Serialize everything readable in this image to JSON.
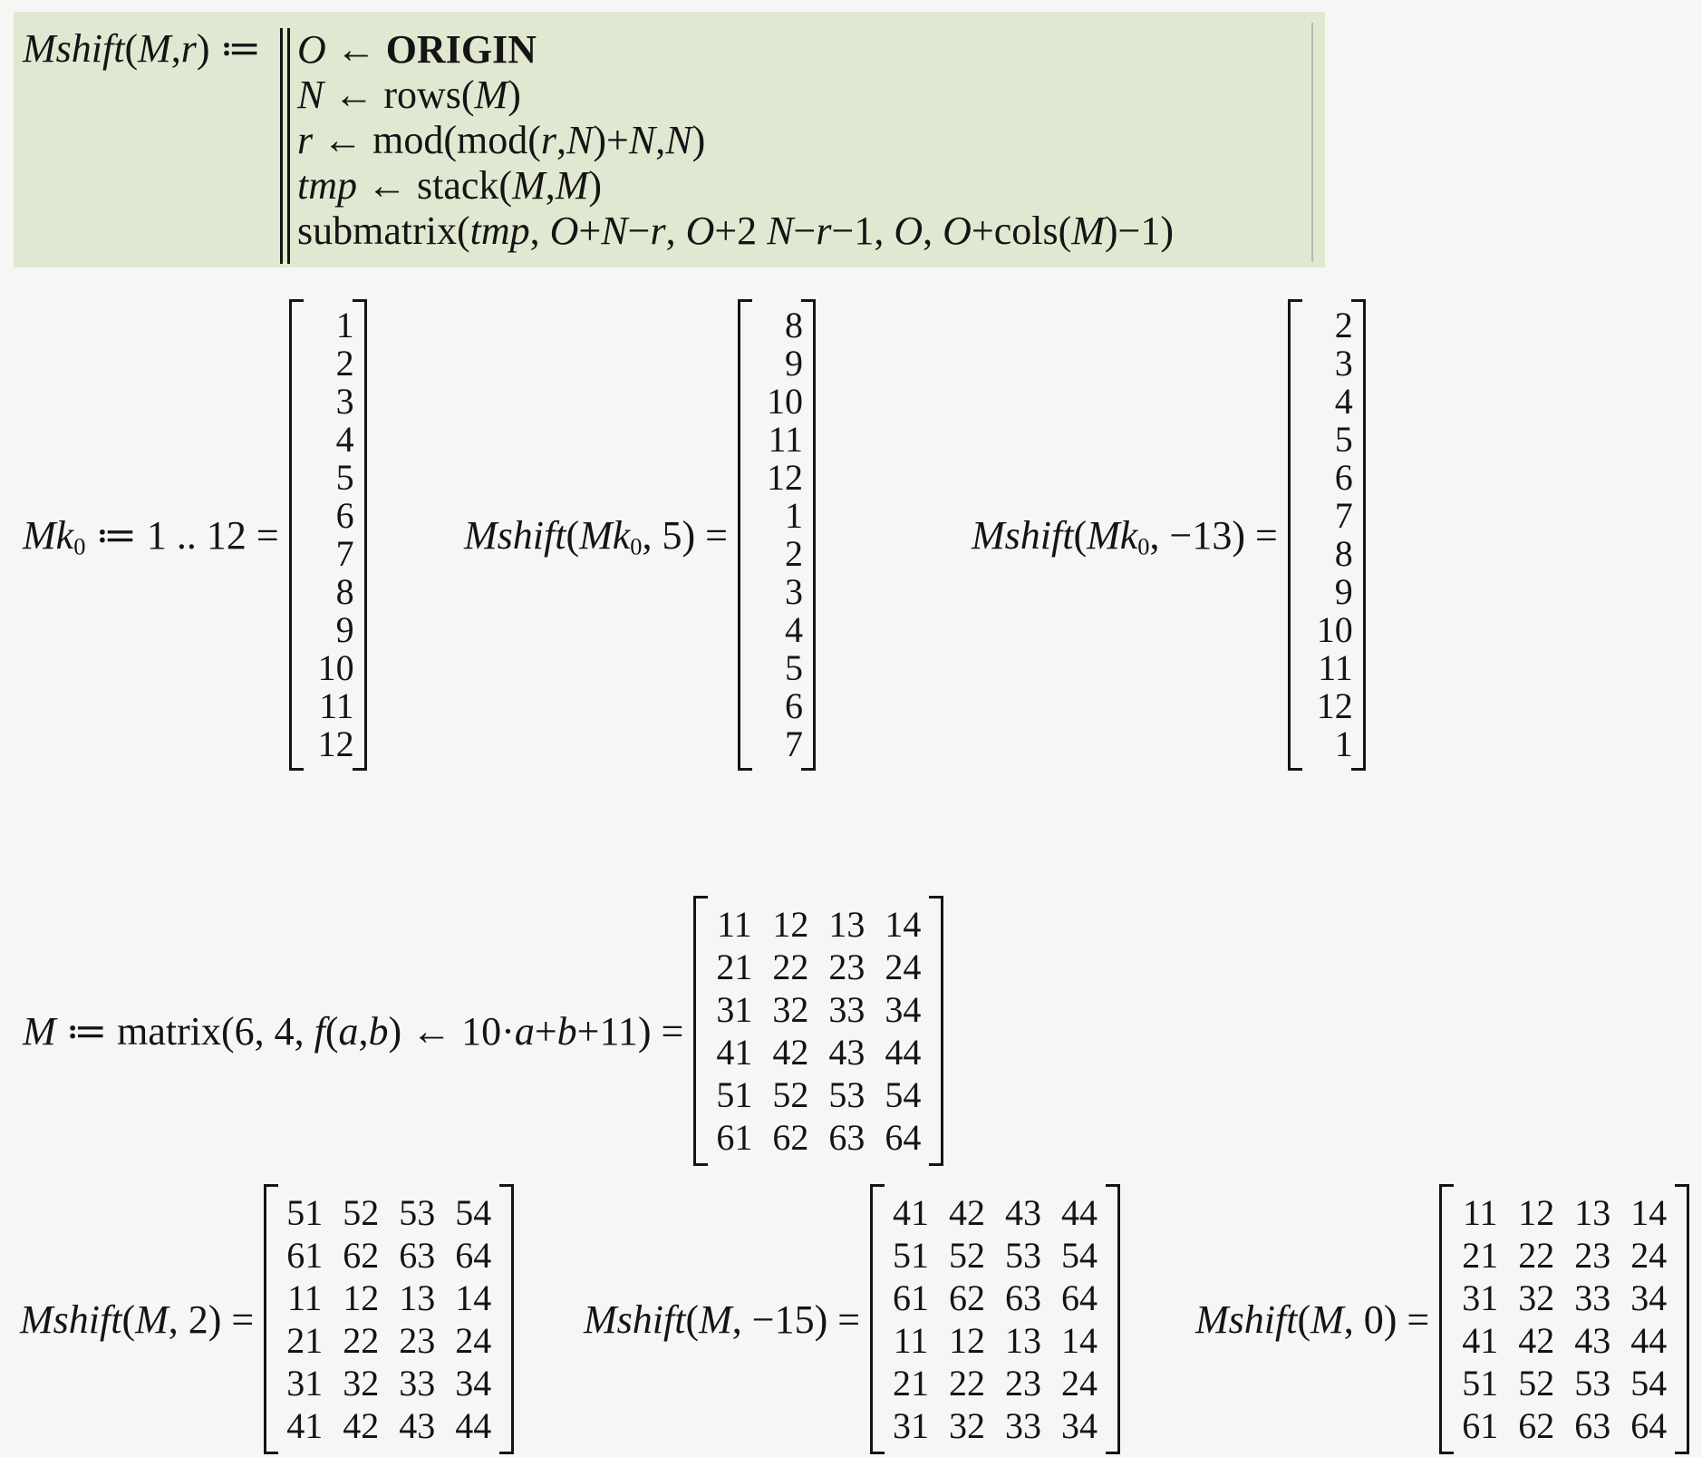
{
  "colors": {
    "page_bg": "#f6f7f4",
    "block_bg": "#e1e8d1",
    "text": "#141414",
    "guide_line": "#b5bbaa"
  },
  "program": {
    "definition": [
      {
        "t": "Mshift",
        "s": "v"
      },
      {
        "t": "("
      },
      {
        "t": "M",
        "s": "v"
      },
      {
        "t": ","
      },
      {
        "t": "r",
        "s": "v"
      },
      {
        "t": ")"
      },
      {
        "t": " ≔ "
      }
    ],
    "lines": [
      [
        {
          "t": "O",
          "s": "v"
        },
        {
          "t": " ← "
        },
        {
          "t": "ORIGIN",
          "s": "b"
        }
      ],
      [
        {
          "t": "N",
          "s": "v"
        },
        {
          "t": " ← rows("
        },
        {
          "t": "M",
          "s": "v"
        },
        {
          "t": ")"
        }
      ],
      [
        {
          "t": "r",
          "s": "v"
        },
        {
          "t": " ← mod(mod("
        },
        {
          "t": "r",
          "s": "v"
        },
        {
          "t": ","
        },
        {
          "t": "N",
          "s": "v"
        },
        {
          "t": ")+"
        },
        {
          "t": "N",
          "s": "v"
        },
        {
          "t": ","
        },
        {
          "t": "N",
          "s": "v"
        },
        {
          "t": ")"
        }
      ],
      [
        {
          "t": "tmp",
          "s": "v"
        },
        {
          "t": " ← stack("
        },
        {
          "t": "M",
          "s": "v"
        },
        {
          "t": ","
        },
        {
          "t": "M",
          "s": "v"
        },
        {
          "t": ")"
        }
      ],
      [
        {
          "t": "submatrix("
        },
        {
          "t": "tmp",
          "s": "v"
        },
        {
          "t": ", "
        },
        {
          "t": "O",
          "s": "v"
        },
        {
          "t": "+"
        },
        {
          "t": "N",
          "s": "v"
        },
        {
          "t": "−"
        },
        {
          "t": "r",
          "s": "v"
        },
        {
          "t": ", "
        },
        {
          "t": "O",
          "s": "v"
        },
        {
          "t": "+2 "
        },
        {
          "t": "N",
          "s": "v"
        },
        {
          "t": "−"
        },
        {
          "t": "r",
          "s": "v"
        },
        {
          "t": "−1, "
        },
        {
          "t": "O",
          "s": "v"
        },
        {
          "t": ", "
        },
        {
          "t": "O",
          "s": "v"
        },
        {
          "t": "+cols("
        },
        {
          "t": "M",
          "s": "v"
        },
        {
          "t": ")−1)"
        }
      ]
    ]
  },
  "vector_examples": [
    {
      "label": [
        {
          "t": "Mk",
          "s": "v"
        },
        {
          "t": "0",
          "s": "sub"
        },
        {
          "t": " ≔ 1 .. 12 = "
        }
      ],
      "values": [
        1,
        2,
        3,
        4,
        5,
        6,
        7,
        8,
        9,
        10,
        11,
        12
      ]
    },
    {
      "label": [
        {
          "t": "Mshift",
          "s": "v"
        },
        {
          "t": "("
        },
        {
          "t": "Mk",
          "s": "v"
        },
        {
          "t": "0",
          "s": "sub"
        },
        {
          "t": ", 5) = "
        }
      ],
      "values": [
        8,
        9,
        10,
        11,
        12,
        1,
        2,
        3,
        4,
        5,
        6,
        7
      ]
    },
    {
      "label": [
        {
          "t": "Mshift",
          "s": "v"
        },
        {
          "t": "("
        },
        {
          "t": "Mk",
          "s": "v"
        },
        {
          "t": "0",
          "s": "sub"
        },
        {
          "t": ", −13) = "
        }
      ],
      "values": [
        2,
        3,
        4,
        5,
        6,
        7,
        8,
        9,
        10,
        11,
        12,
        1
      ]
    }
  ],
  "matrix_definition": {
    "label": [
      {
        "t": "M",
        "s": "v"
      },
      {
        "t": " ≔ matrix(6, 4, "
      },
      {
        "t": "f",
        "s": "v"
      },
      {
        "t": "("
      },
      {
        "t": "a",
        "s": "v"
      },
      {
        "t": ","
      },
      {
        "t": "b",
        "s": "v"
      },
      {
        "t": ") ← 10·"
      },
      {
        "t": "a",
        "s": "v"
      },
      {
        "t": "+"
      },
      {
        "t": "b",
        "s": "v"
      },
      {
        "t": "+11) = "
      }
    ],
    "rows": [
      [
        11,
        12,
        13,
        14
      ],
      [
        21,
        22,
        23,
        24
      ],
      [
        31,
        32,
        33,
        34
      ],
      [
        41,
        42,
        43,
        44
      ],
      [
        51,
        52,
        53,
        54
      ],
      [
        61,
        62,
        63,
        64
      ]
    ]
  },
  "matrix_examples": [
    {
      "label": [
        {
          "t": "Mshift",
          "s": "v"
        },
        {
          "t": "("
        },
        {
          "t": "M",
          "s": "v"
        },
        {
          "t": ", 2) = "
        }
      ],
      "rows": [
        [
          51,
          52,
          53,
          54
        ],
        [
          61,
          62,
          63,
          64
        ],
        [
          11,
          12,
          13,
          14
        ],
        [
          21,
          22,
          23,
          24
        ],
        [
          31,
          32,
          33,
          34
        ],
        [
          41,
          42,
          43,
          44
        ]
      ]
    },
    {
      "label": [
        {
          "t": "Mshift",
          "s": "v"
        },
        {
          "t": "("
        },
        {
          "t": "M",
          "s": "v"
        },
        {
          "t": ", −15) = "
        }
      ],
      "rows": [
        [
          41,
          42,
          43,
          44
        ],
        [
          51,
          52,
          53,
          54
        ],
        [
          61,
          62,
          63,
          64
        ],
        [
          11,
          12,
          13,
          14
        ],
        [
          21,
          22,
          23,
          24
        ],
        [
          31,
          32,
          33,
          34
        ]
      ]
    },
    {
      "label": [
        {
          "t": "Mshift",
          "s": "v"
        },
        {
          "t": "("
        },
        {
          "t": "M",
          "s": "v"
        },
        {
          "t": ", 0) = "
        }
      ],
      "rows": [
        [
          11,
          12,
          13,
          14
        ],
        [
          21,
          22,
          23,
          24
        ],
        [
          31,
          32,
          33,
          34
        ],
        [
          41,
          42,
          43,
          44
        ],
        [
          51,
          52,
          53,
          54
        ],
        [
          61,
          62,
          63,
          64
        ]
      ]
    }
  ]
}
